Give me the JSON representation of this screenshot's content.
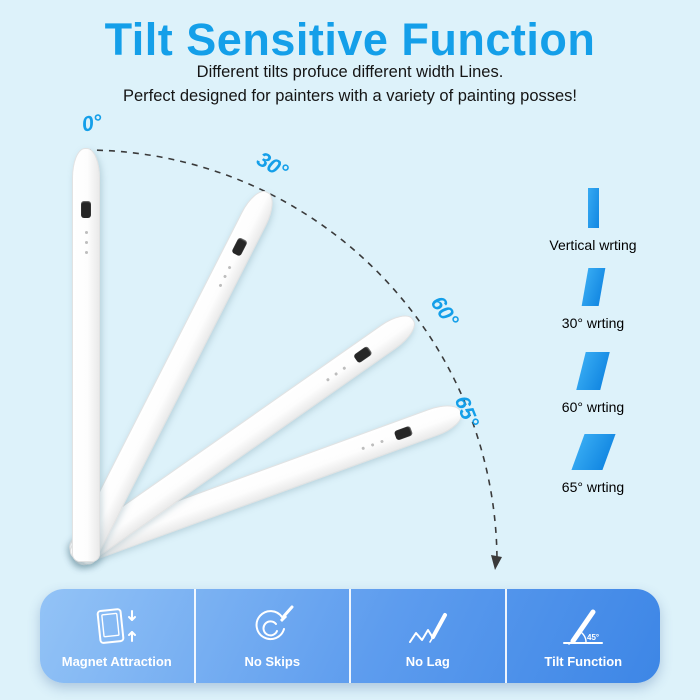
{
  "title": "Tilt Sensitive Function",
  "subtitle_line1": "Different tilts profuce different width Lines.",
  "subtitle_line2": "Perfect designed for painters with a variety of painting posses!",
  "pens": [
    {
      "angle_label": "0°",
      "angle_deg": 0
    },
    {
      "angle_label": "30°",
      "angle_deg": 30
    },
    {
      "angle_label": "60°",
      "angle_deg": 60
    },
    {
      "angle_label": "65°",
      "angle_deg": 65
    }
  ],
  "legend": [
    {
      "label": "Vertical wrting"
    },
    {
      "label": "30° wrting"
    },
    {
      "label": "60° wrting"
    },
    {
      "label": "65° wrting"
    }
  ],
  "features": [
    {
      "label": "Magnet Attraction",
      "icon": "magnet-attraction-icon"
    },
    {
      "label": "No Skips",
      "icon": "no-skips-icon"
    },
    {
      "label": "No Lag",
      "icon": "no-lag-icon"
    },
    {
      "label": "Tilt Function",
      "icon": "tilt-function-icon"
    }
  ],
  "tilt_icon_label": "45°",
  "colors": {
    "background": "#ddf2fa",
    "accent": "#149fe9",
    "shape_blue": "#1287e2",
    "bar_gradient_start": "#93c3f6",
    "bar_gradient_end": "#3d86e6",
    "text_dark": "#151515"
  }
}
